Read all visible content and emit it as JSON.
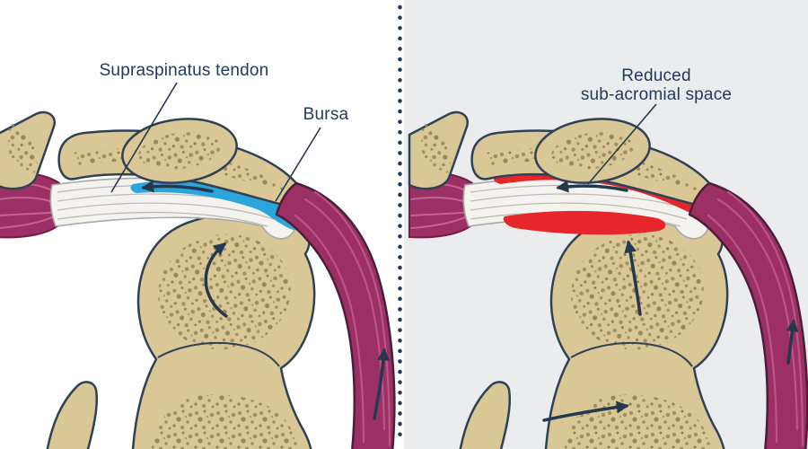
{
  "labels": {
    "left": {
      "supraspinatus": "Supraspinatus tendon",
      "bursa": "Bursa"
    },
    "right": {
      "line1": "Reduced",
      "line2": "sub-acromial space"
    }
  },
  "colors": {
    "bone": "#d9c795",
    "bone_speckle": "#9d8d5e",
    "bone_outline": "#2e4157",
    "muscle": "#9c2f63",
    "muscle_highlight": "#bb5585",
    "tendon": "#f4f3ef",
    "bursa_blue": "#2ba6dd",
    "inflamed_red": "#e6262b",
    "arrow": "#24384f",
    "label_text": "#223a5e",
    "right_panel_bg": "#eaecee",
    "divider": "#24384f",
    "page_bg": "#ffffff"
  }
}
